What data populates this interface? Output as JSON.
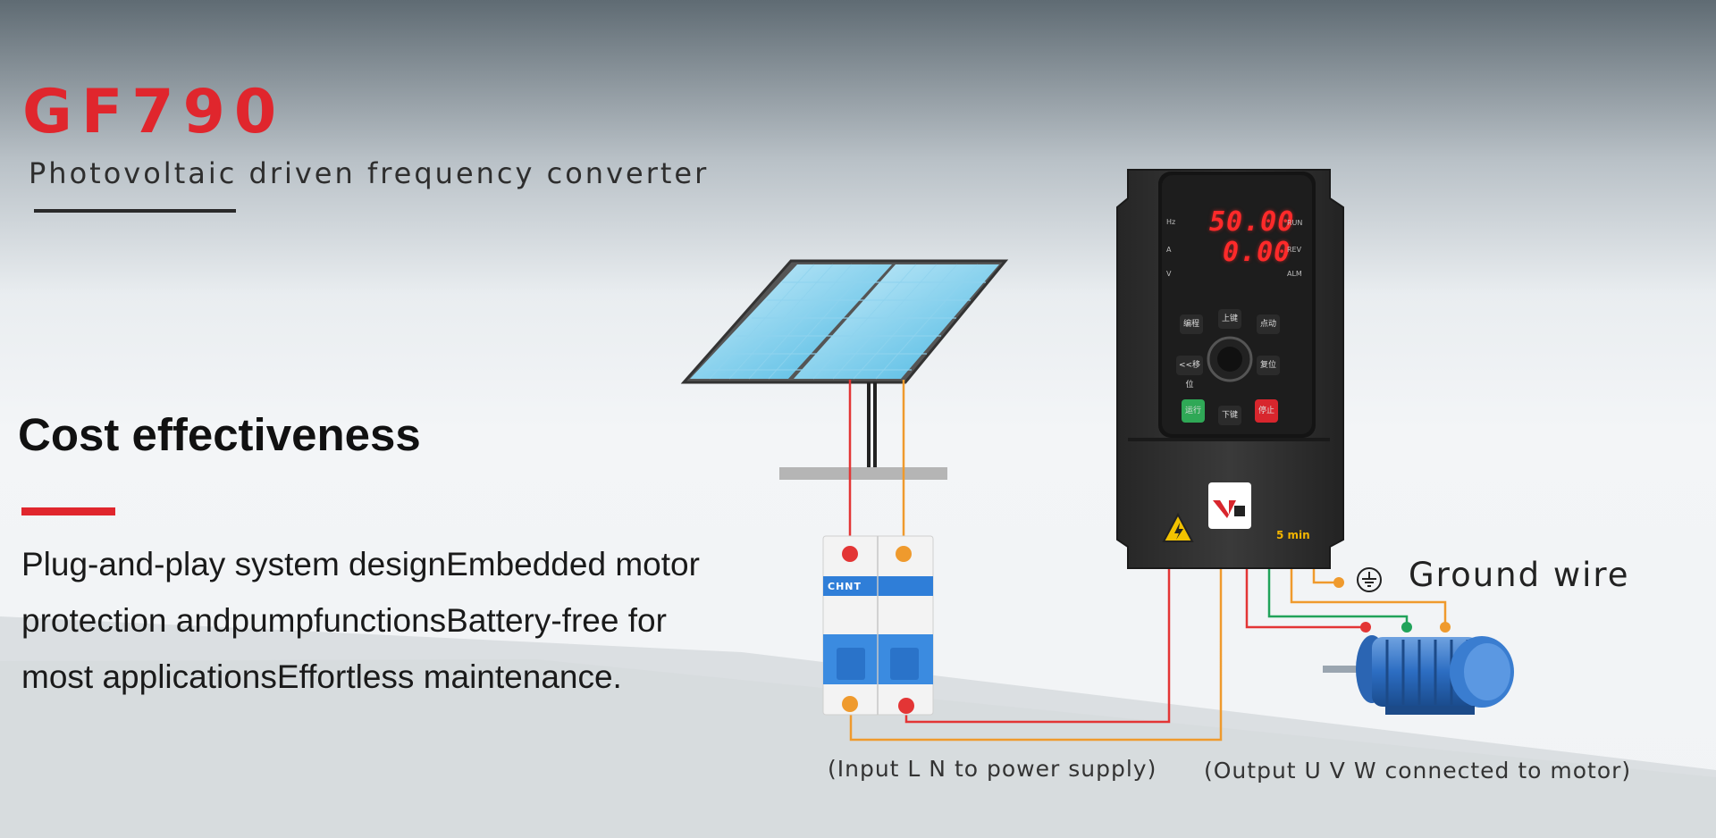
{
  "product": {
    "model": "GF790",
    "subtitle": "Photovoltaic driven frequency converter"
  },
  "feature": {
    "heading": "Cost effectiveness",
    "description": "Plug-and-play system designEmbedded motor protection andpumpfunctionsBattery-free for most applicationsEffortless maintenance."
  },
  "diagram": {
    "input_caption": "(Input L N to power supply)",
    "output_caption": "(Output U V W connected to motor)",
    "ground_label": "Ground wire",
    "display": {
      "value_1": "50.00",
      "value_2": "0.00",
      "left_labels": [
        "Hz",
        "A",
        "V"
      ],
      "right_labels": [
        "RUN",
        "REV",
        "ALM"
      ]
    },
    "keypad": {
      "keys": [
        "编程",
        "上键",
        "点动",
        "<<移位",
        "复位",
        "运行",
        "下键",
        "停止"
      ]
    },
    "warning_time": "5 min",
    "breaker_brand": "CHNT"
  },
  "colors": {
    "accent": "#e0262d",
    "wire_red": "#e33535",
    "wire_orange": "#ef9a2d",
    "wire_green": "#21a35a",
    "drive_body": "#2e2e2e"
  },
  "icons": [
    "ground-icon",
    "warning-icon",
    "brand-logo-icon",
    "solar-panel-icon",
    "motor-icon",
    "circuit-breaker-icon"
  ]
}
